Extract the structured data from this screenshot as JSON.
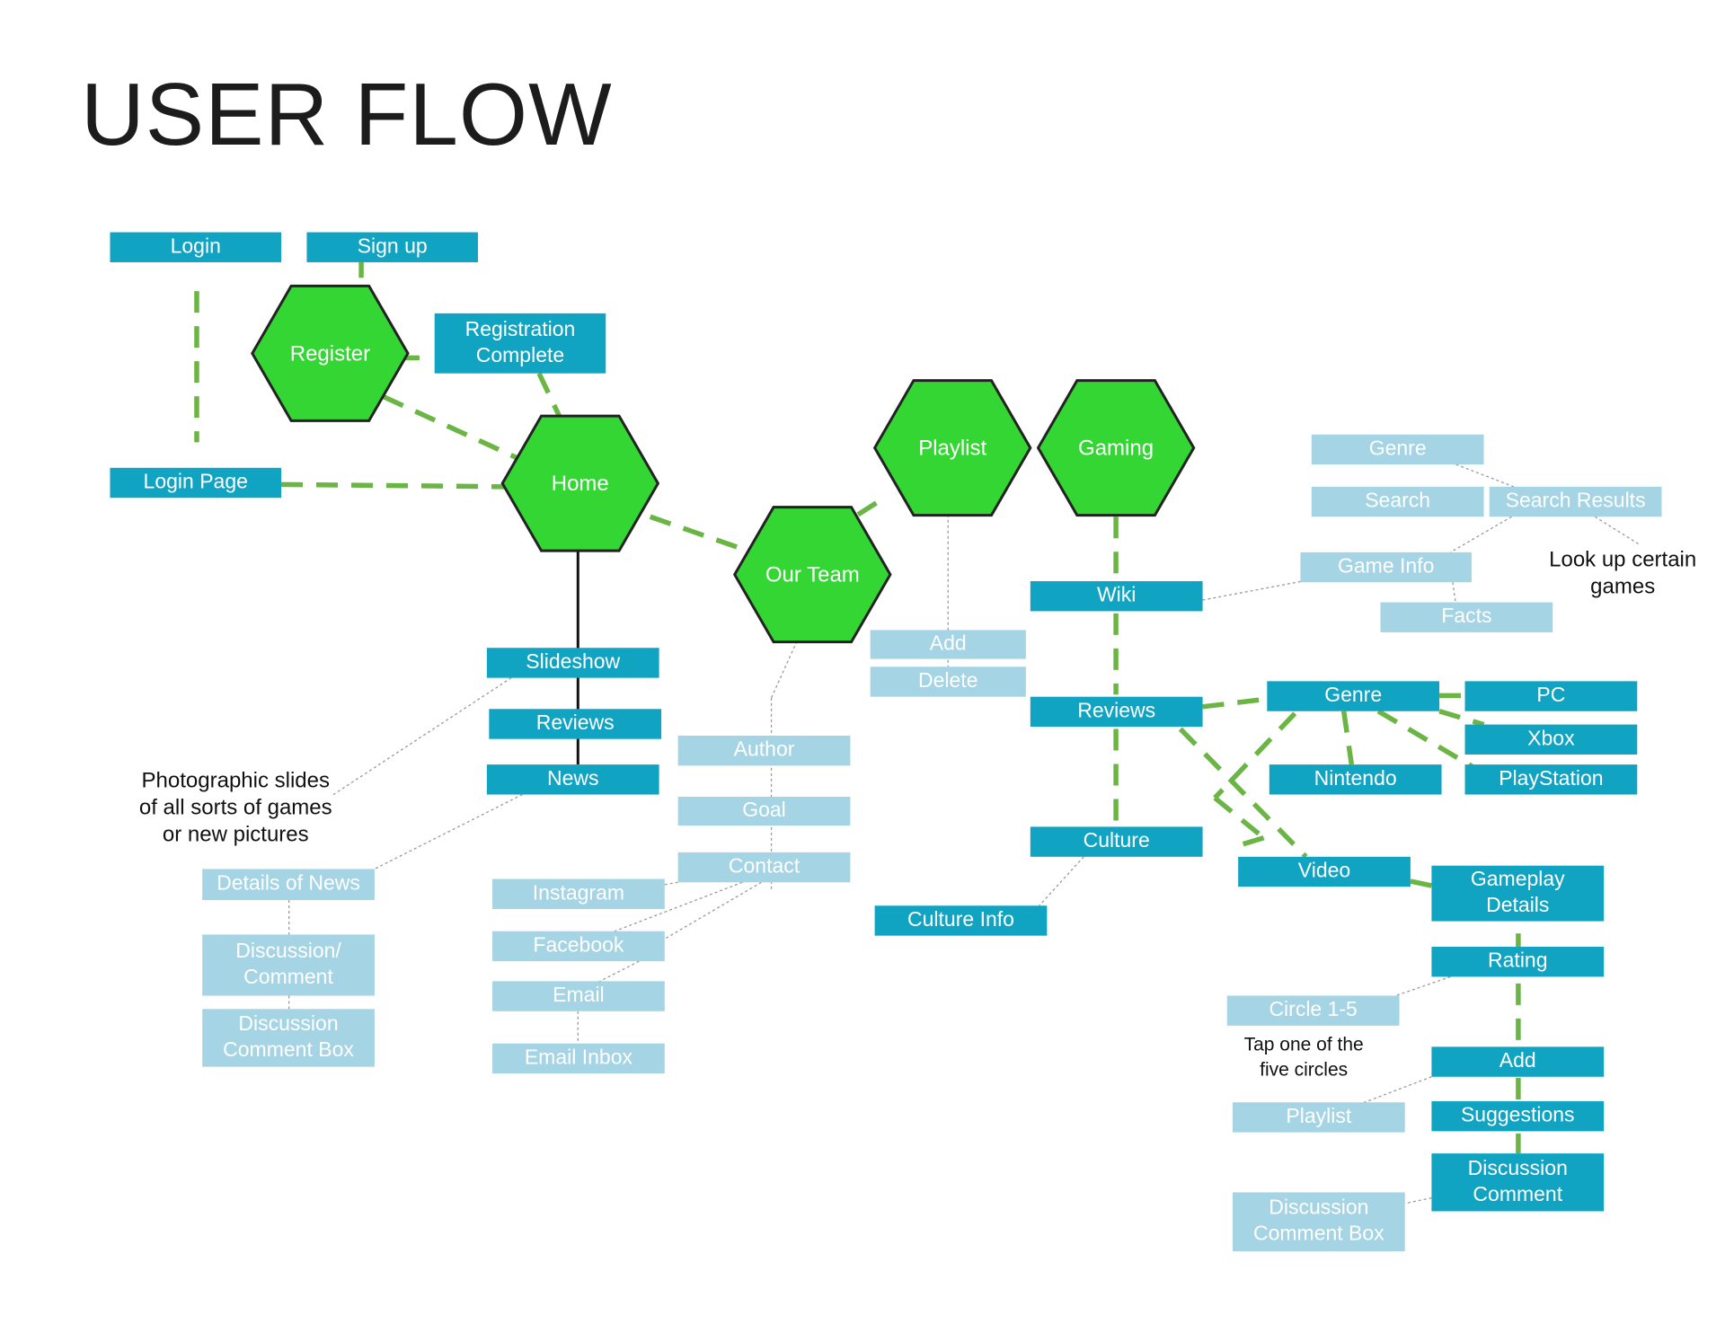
{
  "title": "USER FLOW",
  "colors": {
    "hexagon": "#33d633",
    "hexagon_stroke": "#222222",
    "box_dark": "#11a3c2",
    "box_light": "#a5d4e5",
    "connector": "#6ab544",
    "guide": "#9a9a9a",
    "stem": "#111111"
  },
  "hexagons": [
    {
      "id": "register",
      "label": "Register"
    },
    {
      "id": "home",
      "label": "Home"
    },
    {
      "id": "our_team",
      "label": "Our Team"
    },
    {
      "id": "playlist",
      "label": "Playlist"
    },
    {
      "id": "gaming",
      "label": "Gaming"
    }
  ],
  "boxes": [
    {
      "id": "login",
      "label": [
        "Login"
      ],
      "shade": "dark"
    },
    {
      "id": "sign_up",
      "label": [
        "Sign up"
      ],
      "shade": "dark"
    },
    {
      "id": "registration_complete",
      "label": [
        "Registration",
        "Complete"
      ],
      "shade": "dark"
    },
    {
      "id": "login_page",
      "label": [
        "Login Page"
      ],
      "shade": "dark"
    },
    {
      "id": "slideshow",
      "label": [
        "Slideshow"
      ],
      "shade": "dark"
    },
    {
      "id": "reviews_home",
      "label": [
        "Reviews"
      ],
      "shade": "dark"
    },
    {
      "id": "news",
      "label": [
        "News"
      ],
      "shade": "dark"
    },
    {
      "id": "details_news",
      "label": [
        "Details of News"
      ],
      "shade": "light"
    },
    {
      "id": "discussion_comment_news",
      "label": [
        "Discussion/",
        "Comment"
      ],
      "shade": "light"
    },
    {
      "id": "discussion_box_news",
      "label": [
        "Discussion",
        "Comment Box"
      ],
      "shade": "light"
    },
    {
      "id": "author",
      "label": [
        "Author"
      ],
      "shade": "light"
    },
    {
      "id": "goal",
      "label": [
        "Goal"
      ],
      "shade": "light"
    },
    {
      "id": "contact",
      "label": [
        "Contact"
      ],
      "shade": "light"
    },
    {
      "id": "instagram",
      "label": [
        "Instagram"
      ],
      "shade": "light"
    },
    {
      "id": "facebook",
      "label": [
        "Facebook"
      ],
      "shade": "light"
    },
    {
      "id": "email",
      "label": [
        "Email"
      ],
      "shade": "light"
    },
    {
      "id": "email_inbox",
      "label": [
        "Email Inbox"
      ],
      "shade": "light"
    },
    {
      "id": "add_playlist",
      "label": [
        "Add"
      ],
      "shade": "light"
    },
    {
      "id": "delete_playlist",
      "label": [
        "Delete"
      ],
      "shade": "light"
    },
    {
      "id": "wiki",
      "label": [
        "Wiki"
      ],
      "shade": "dark"
    },
    {
      "id": "reviews_gaming",
      "label": [
        "Reviews"
      ],
      "shade": "dark"
    },
    {
      "id": "culture",
      "label": [
        "Culture"
      ],
      "shade": "dark"
    },
    {
      "id": "culture_info",
      "label": [
        "Culture Info"
      ],
      "shade": "dark"
    },
    {
      "id": "genre_wiki",
      "label": [
        "Genre"
      ],
      "shade": "light"
    },
    {
      "id": "search",
      "label": [
        "Search"
      ],
      "shade": "light"
    },
    {
      "id": "search_results",
      "label": [
        "Search Results"
      ],
      "shade": "light"
    },
    {
      "id": "game_info",
      "label": [
        "Game Info"
      ],
      "shade": "light"
    },
    {
      "id": "facts",
      "label": [
        "Facts"
      ],
      "shade": "light"
    },
    {
      "id": "genre_reviews",
      "label": [
        "Genre"
      ],
      "shade": "dark"
    },
    {
      "id": "pc",
      "label": [
        "PC"
      ],
      "shade": "dark"
    },
    {
      "id": "xbox",
      "label": [
        "Xbox"
      ],
      "shade": "dark"
    },
    {
      "id": "nintendo",
      "label": [
        "Nintendo"
      ],
      "shade": "dark"
    },
    {
      "id": "playstation",
      "label": [
        "PlayStation"
      ],
      "shade": "dark"
    },
    {
      "id": "video",
      "label": [
        "Video"
      ],
      "shade": "dark"
    },
    {
      "id": "gameplay_details",
      "label": [
        "Gameplay",
        "Details"
      ],
      "shade": "dark"
    },
    {
      "id": "rating",
      "label": [
        "Rating"
      ],
      "shade": "dark"
    },
    {
      "id": "circle",
      "label": [
        "Circle 1-5"
      ],
      "shade": "light"
    },
    {
      "id": "add_video",
      "label": [
        "Add"
      ],
      "shade": "dark"
    },
    {
      "id": "playlist_box",
      "label": [
        "Playlist"
      ],
      "shade": "light"
    },
    {
      "id": "suggestions",
      "label": [
        "Suggestions"
      ],
      "shade": "dark"
    },
    {
      "id": "discussion_comment_video",
      "label": [
        "Discussion",
        "Comment"
      ],
      "shade": "dark"
    },
    {
      "id": "discussion_box_video",
      "label": [
        "Discussion",
        "Comment Box"
      ],
      "shade": "light"
    }
  ],
  "notes": [
    {
      "id": "photo_note",
      "lines": [
        "Photographic slides",
        "of all sorts of games",
        "or new pictures"
      ]
    },
    {
      "id": "lookup_note",
      "lines": [
        "Look up certain",
        "games"
      ]
    },
    {
      "id": "tap_note",
      "lines": [
        "Tap one of the",
        "five circles"
      ]
    }
  ]
}
